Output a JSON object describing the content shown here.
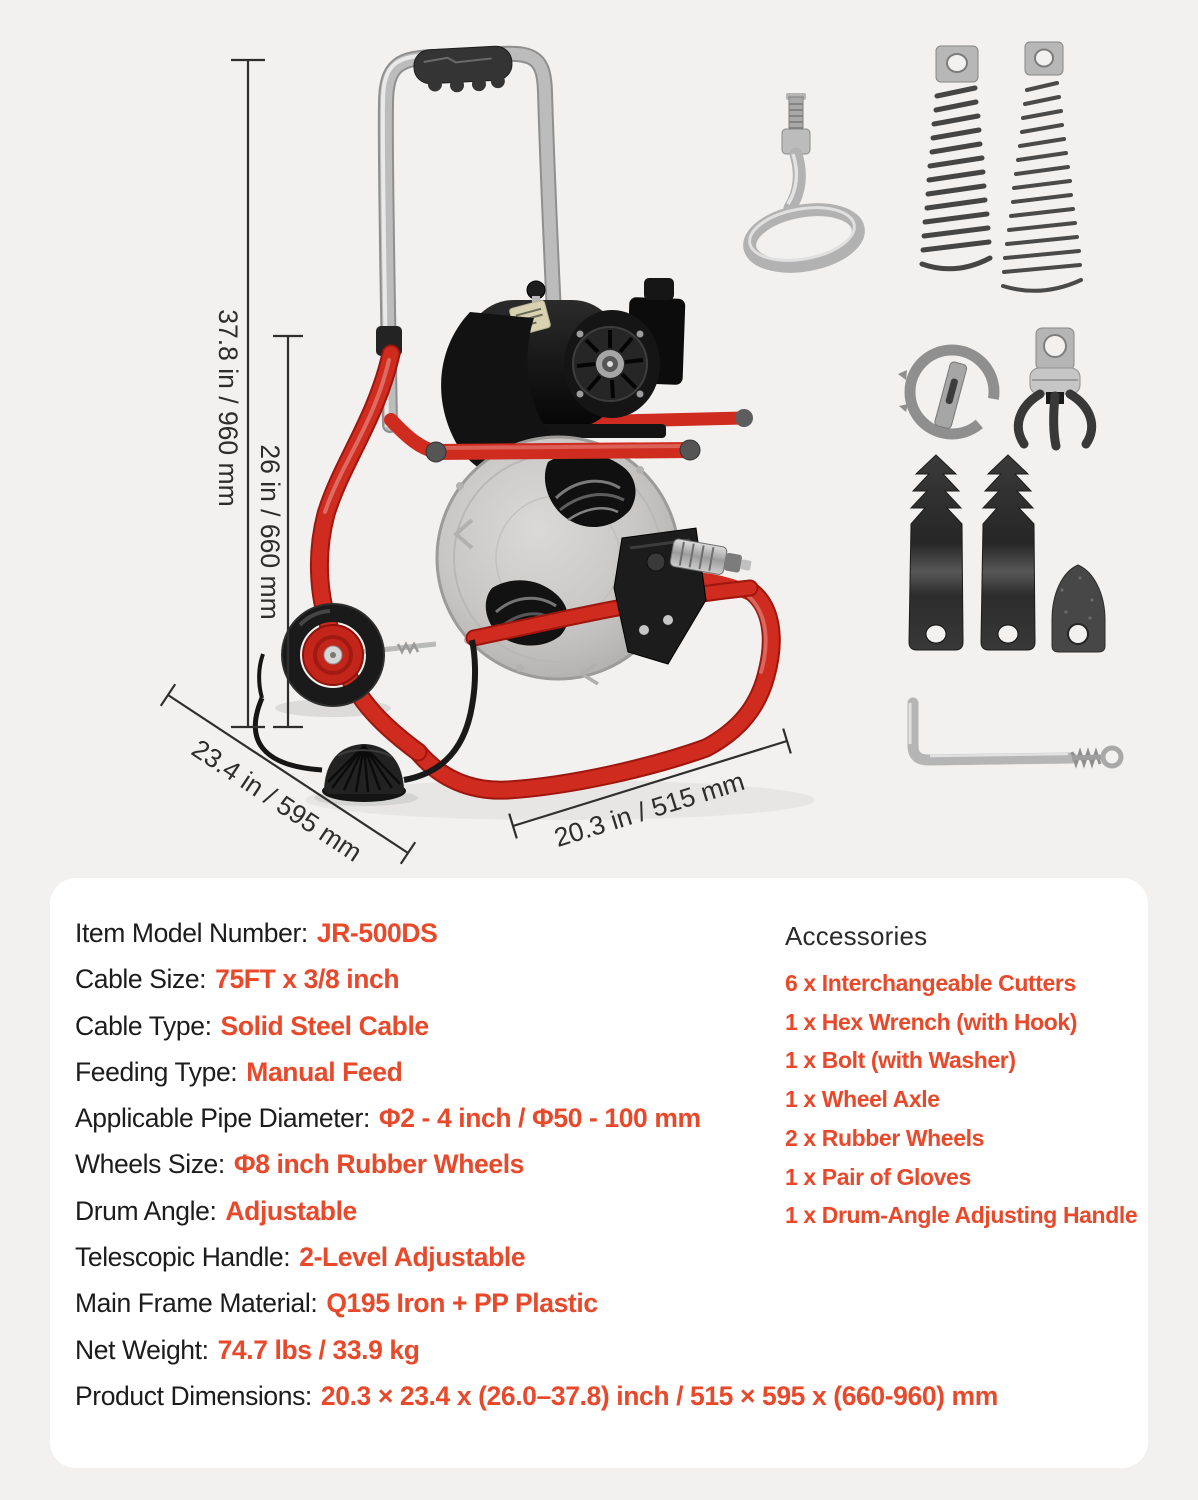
{
  "theme": {
    "background": "#f2f1ef",
    "card_background": "#ffffff",
    "accent_color": "#e8492b",
    "text_color": "#1c1c1c",
    "frame_red": "#cf2b1f"
  },
  "dimensions": {
    "height_outer": "37.8 in / 960 mm",
    "height_inner": "26 in / 660 mm",
    "depth": "23.4 in / 595 mm",
    "width": "20.3 in / 515 mm"
  },
  "specs": {
    "rows": [
      {
        "label": "Item Model Number:",
        "value": "JR-500DS"
      },
      {
        "label": "Cable Size:",
        "value": "75FT x 3/8 inch"
      },
      {
        "label": "Cable Type:",
        "value": "Solid Steel Cable"
      },
      {
        "label": "Feeding Type:",
        "value": "Manual Feed"
      },
      {
        "label": "Applicable Pipe Diameter:",
        "value": "Φ2 - 4 inch / Φ50 - 100 mm"
      },
      {
        "label": "Wheels Size:",
        "value": "Φ8 inch Rubber Wheels"
      },
      {
        "label": "Drum Angle:",
        "value": "Adjustable"
      },
      {
        "label": "Telescopic Handle:",
        "value": "2-Level Adjustable"
      },
      {
        "label": "Main Frame Material:",
        "value": "Q195 Iron + PP Plastic"
      },
      {
        "label": "Net Weight:",
        "value": "74.7 lbs / 33.9 kg"
      },
      {
        "label": "Product Dimensions:",
        "value": "20.3 × 23.4 x (26.0–37.8) inch / 515 × 595 x (660-960) mm"
      }
    ]
  },
  "accessories_panel": {
    "title": "Accessories",
    "items": [
      "6 x Interchangeable Cutters",
      "1 x Hex Wrench (with Hook)",
      "1 x Bolt (with Washer)",
      "1 x Wheel Axle",
      "2 x Rubber Wheels",
      "1 x Pair of Gloves",
      "1 x Drum-Angle Adjusting Handle"
    ]
  }
}
